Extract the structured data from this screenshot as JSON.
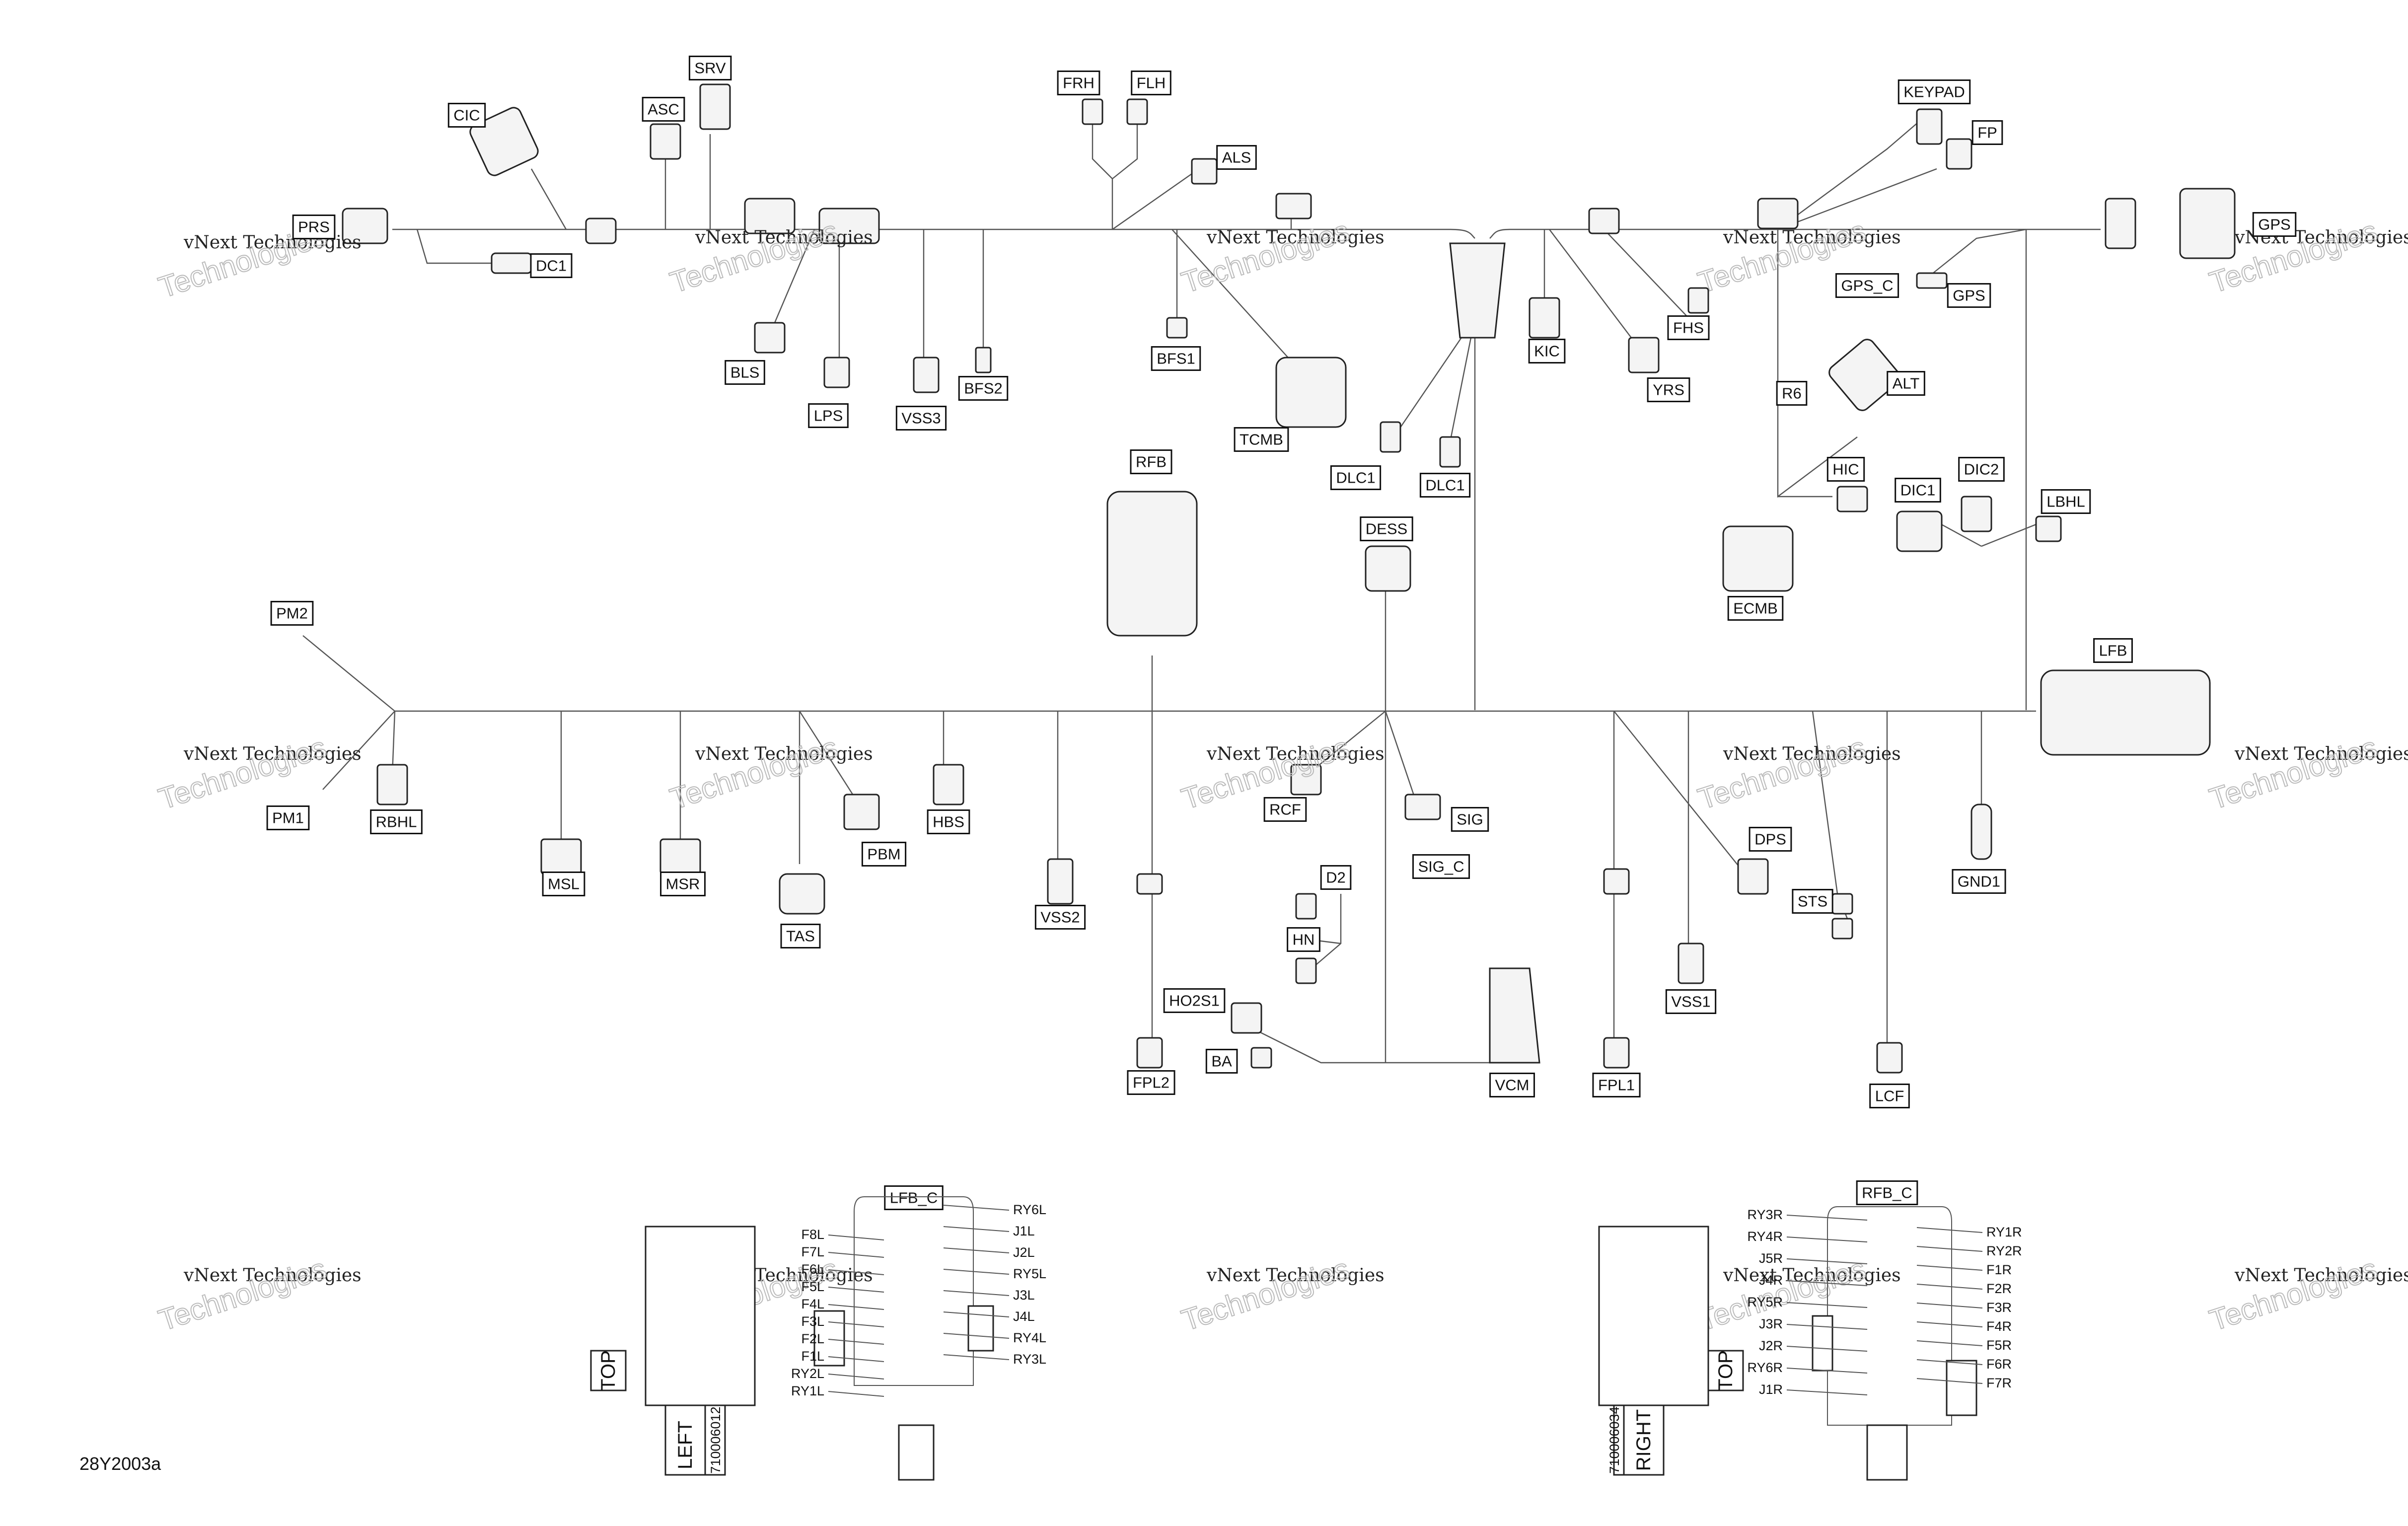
{
  "figure_ref": "28Y2003a",
  "watermark": {
    "line1": "vNext Technologies",
    "line2": "Technologies"
  },
  "connectors": {
    "PRS": "PRS",
    "CIC": "CIC",
    "ASC": "ASC",
    "SRV": "SRV",
    "DC1": "DC1",
    "FRH": "FRH",
    "FLH": "FLH",
    "ALS": "ALS",
    "BLS": "BLS",
    "LPS": "LPS",
    "VSS3": "VSS3",
    "BFS2": "BFS2",
    "BFS1": "BFS1",
    "TCMB": "TCMB",
    "DLC1a": "DLC1",
    "DLC1b": "DLC1",
    "KIC": "KIC",
    "YRS": "YRS",
    "FHS": "FHS",
    "KEYPAD": "KEYPAD",
    "FP": "FP",
    "GPS_C": "GPS_C",
    "GPS": "GPS",
    "GPS_T": "GPS",
    "R6": "R6",
    "ALT": "ALT",
    "HIC": "HIC",
    "DIC1": "DIC1",
    "DIC2": "DIC2",
    "LBHL": "LBHL",
    "ECMB": "ECMB",
    "RFB": "RFB",
    "DESS": "DESS",
    "LFB": "LFB",
    "PM2": "PM2",
    "PM1": "PM1",
    "RBHL": "RBHL",
    "MSL": "MSL",
    "MSR": "MSR",
    "TAS": "TAS",
    "PBM": "PBM",
    "HBS": "HBS",
    "VSS2": "VSS2",
    "RCF": "RCF",
    "SIG": "SIG",
    "SIG_C": "SIG_C",
    "D2": "D2",
    "HN": "HN",
    "HO2S1": "HO2S1",
    "BA": "BA",
    "FPL2": "FPL2",
    "VCM": "VCM",
    "FPL1": "FPL1",
    "VSS1": "VSS1",
    "DPS": "DPS",
    "STS": "STS",
    "LCF": "LCF",
    "GND1": "GND1",
    "LFB_C": "LFB_C",
    "RFB_C": "RFB_C"
  },
  "fuse_box_left": {
    "side_label": "LEFT",
    "top_label": "TOP",
    "part_number": "710006012",
    "pins_left": [
      "F8L",
      "F7L",
      "F6L",
      "F5L",
      "F4L",
      "F3L",
      "F2L",
      "F1L",
      "RY2L",
      "RY1L"
    ],
    "pins_right": [
      "RY6L",
      "J1L",
      "J2L",
      "RY5L",
      "J3L",
      "J4L",
      "RY4L",
      "RY3L"
    ]
  },
  "fuse_box_right": {
    "side_label": "RIGHT",
    "top_label": "TOP",
    "part_number": "710006034",
    "pins_left": [
      "RY3R",
      "RY4R",
      "J5R",
      "J4R",
      "RY5R",
      "J3R",
      "J2R",
      "RY6R",
      "J1R"
    ],
    "pins_right": [
      "RY1R",
      "RY2R",
      "F1R",
      "F2R",
      "F3R",
      "F4R",
      "F5R",
      "F6R",
      "F7R"
    ]
  }
}
